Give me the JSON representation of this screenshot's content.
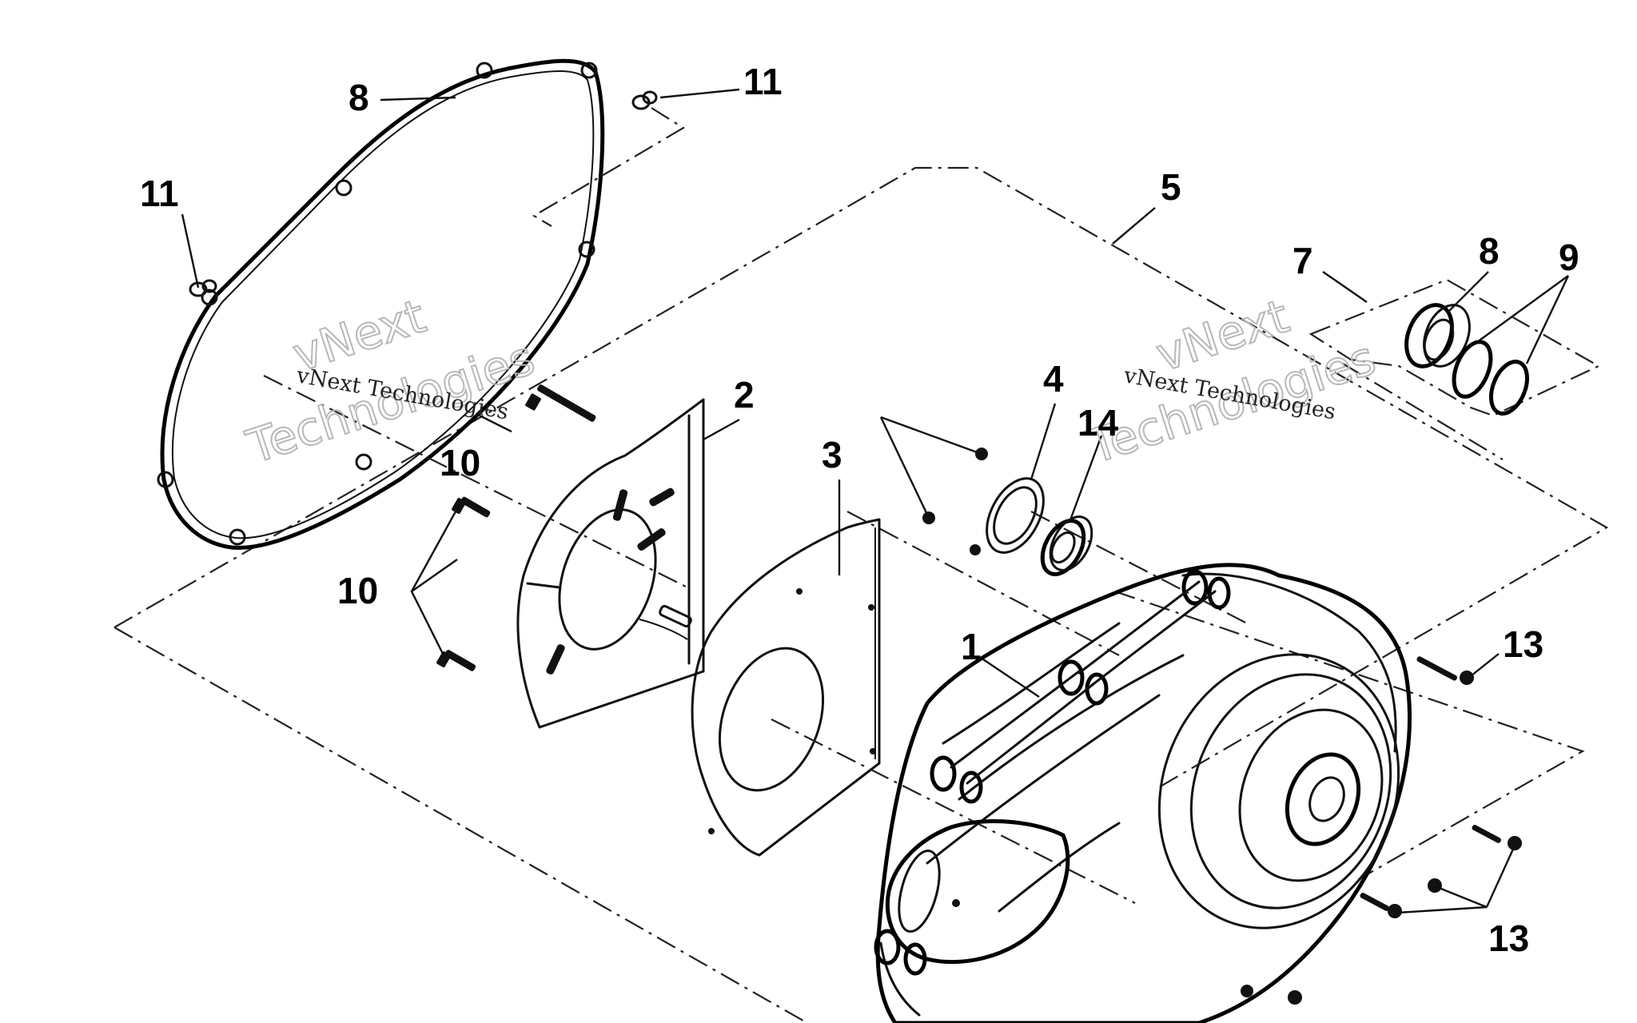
{
  "watermark": {
    "line1": "vNext",
    "line2": "Technologies",
    "caption": "vNext Technologies"
  },
  "callouts": {
    "c1": "1",
    "c2": "2",
    "c3": "3",
    "c4": "4",
    "c5": "5",
    "c7": "7",
    "c8_gasket": "8",
    "c8_seal": "8",
    "c9": "9",
    "c10_upper": "10",
    "c10_lower": "10",
    "c11_left": "11",
    "c11_top": "11",
    "c13_upper": "13",
    "c13_lower": "13",
    "c14": "14"
  }
}
